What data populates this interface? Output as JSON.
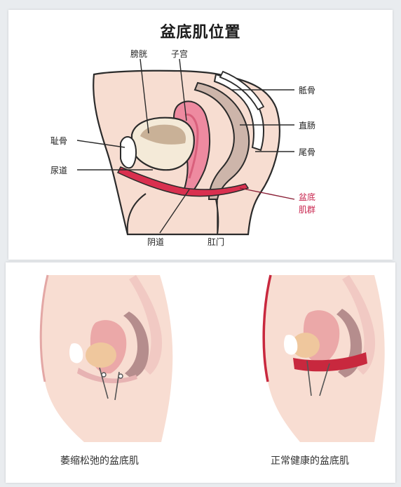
{
  "top": {
    "title": "盆底肌位置",
    "labels": {
      "bladder": "膀胱",
      "uterus": "子宫",
      "sacrum": "骶骨",
      "rectum": "直肠",
      "coccyx": "尾骨",
      "pubic_bone": "耻骨",
      "urethra": "尿道",
      "pelvic_floor_line1": "盆底",
      "pelvic_floor_line2": "肌群",
      "vagina": "阴道",
      "anus": "肛门"
    }
  },
  "bottom": {
    "left_caption": "萎缩松弛的盆底肌",
    "right_caption": "正常健康的盆底肌"
  },
  "colors": {
    "muscle": "#d9304f",
    "skin": "#f7ddd1",
    "uterus": "#ee8aa0",
    "bladder": "#cbb39c",
    "rectum": "#c7aaa0",
    "outline": "#2b2b2b"
  }
}
